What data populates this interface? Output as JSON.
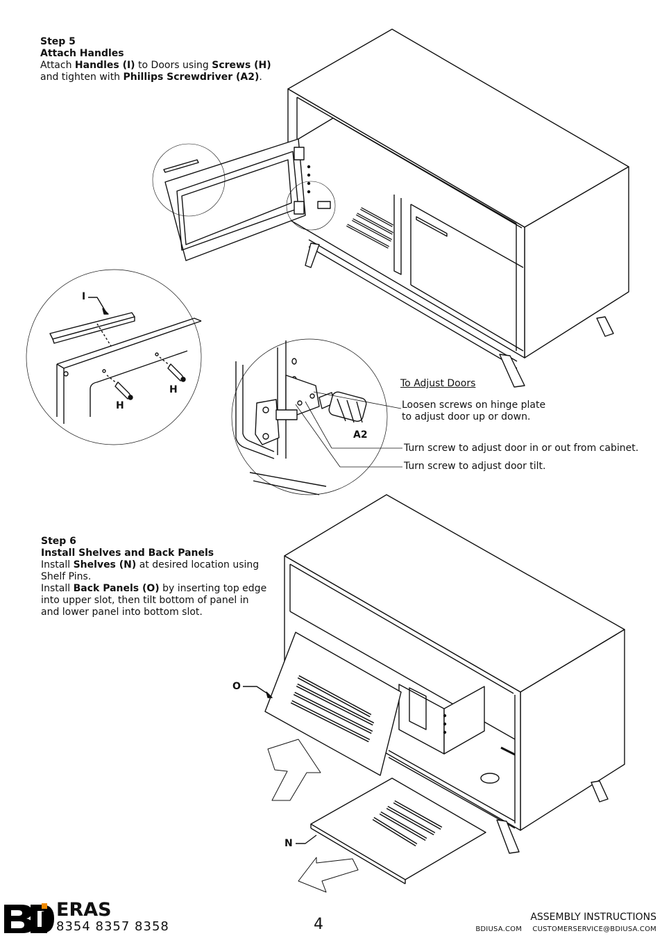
{
  "step5": {
    "heading": "Step 5",
    "title": "Attach Handles",
    "line1": {
      "t1": "Attach ",
      "b1": "Handles (I)",
      "t2": " to Doors using ",
      "b2": "Screws (H)"
    },
    "line2": {
      "t1": "and tighten with ",
      "b1": "Phillips Screwdriver (A2)",
      "t2": "."
    }
  },
  "adjust": {
    "title": "To Adjust Doors",
    "loosen_1": "Loosen screws on hinge plate",
    "loosen_2": "to adjust door up or down.",
    "in_out": "Turn screw to adjust door in or out from cabinet.",
    "tilt": "Turn screw to adjust door tilt."
  },
  "labels": {
    "I": "I",
    "H1": "H",
    "H2": "H",
    "A2": "A2",
    "O": "O",
    "N": "N"
  },
  "step6": {
    "heading": "Step 6",
    "title": "Install Shelves and Back Panels",
    "line1": {
      "t1": "Install ",
      "b1": "Shelves (N)",
      "t2": " at desired location using"
    },
    "line2": "Shelf Pins.",
    "line3": {
      "t1": "Install ",
      "b1": "Back Panels (O)",
      "t2": " by inserting top edge"
    },
    "line4": "into upper slot, then tilt bottom of panel in",
    "line5": "and lower panel into bottom slot."
  },
  "footer": {
    "logo": "BDI",
    "product": "ERAS",
    "models": "8354  8357  8358",
    "page": "4",
    "assembly": "ASSEMBLY INSTRUCTIONS",
    "site": "BDIUSA.COM",
    "email": "CUSTOMERSERVICE@BDIUSA.COM"
  }
}
